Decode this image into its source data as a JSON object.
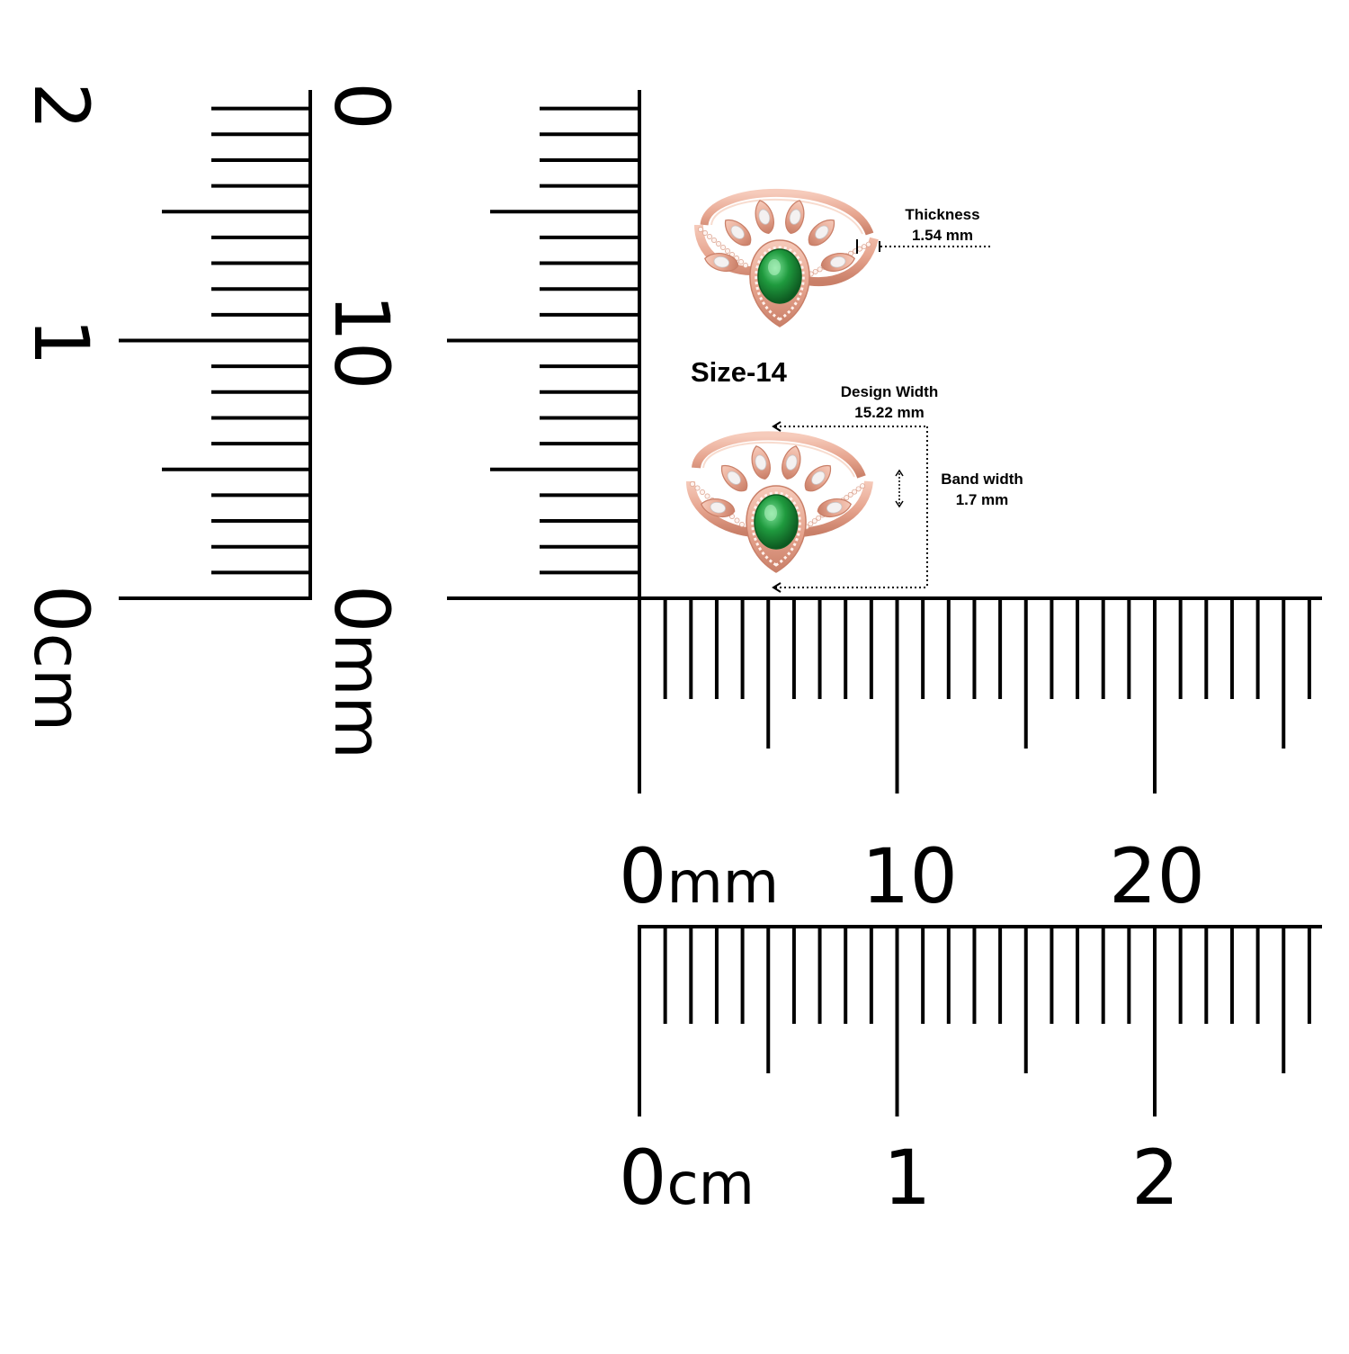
{
  "size_label": "Size-14",
  "thickness": {
    "title": "Thickness",
    "value": "1.54 mm"
  },
  "design_width": {
    "title": "Design Width",
    "value": "15.22 mm"
  },
  "band_width": {
    "title": "Band width",
    "value": "1.7 mm"
  },
  "rulers": {
    "mm_unit": "mm",
    "cm_unit": "cm",
    "mm_labels": [
      "0",
      "10",
      "20"
    ],
    "cm_labels": [
      "0",
      "1",
      "2"
    ],
    "left_cm_labels": [
      "0",
      "1",
      "2"
    ]
  },
  "colors": {
    "rose_gold": "#e8a994",
    "rose_gold_dark": "#c97f68",
    "emerald": "#1f9a3e",
    "emerald_dark": "#0c5e22",
    "ink": "#000000"
  }
}
